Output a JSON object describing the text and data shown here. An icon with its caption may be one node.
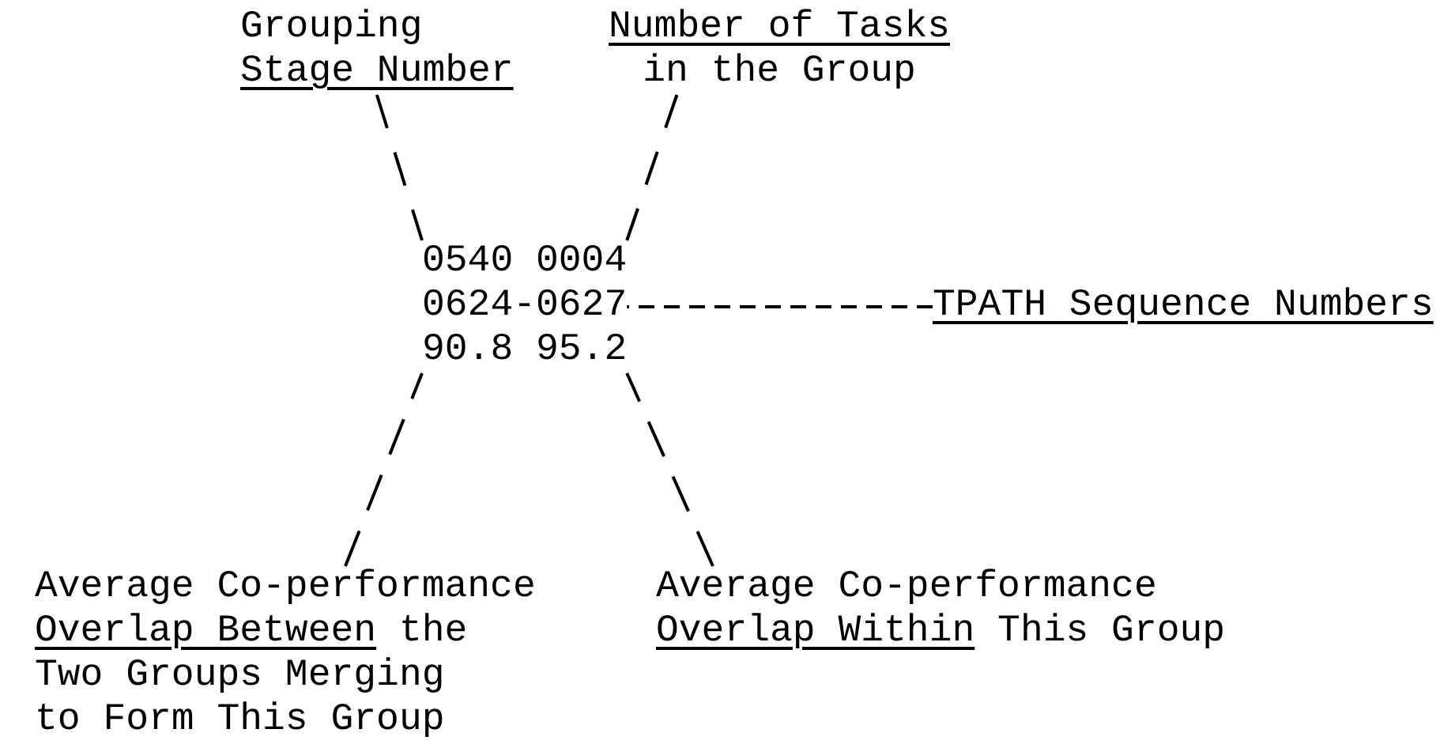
{
  "diagram": {
    "nodes": [
      {
        "text": [
          "Grouping",
          "Stage Number"
        ]
      },
      {
        "text": [
          "Number of Tasks",
          "in the Group"
        ]
      },
      {
        "text": [
          "0540"
        ]
      },
      {
        "text": [
          "0004"
        ]
      },
      {
        "text": [
          "0624-0627"
        ]
      },
      {
        "text": [
          "TPATH Sequence Numbers"
        ]
      },
      {
        "text": [
          "90.8"
        ]
      },
      {
        "text": [
          "95.2"
        ]
      },
      {
        "text": [
          "Average Co-performance",
          "Overlap Between",
          "the Two Groups Merging to Form This Group"
        ]
      },
      {
        "text": [
          "Average Co-performance",
          "Overlap Within",
          "This Group"
        ]
      }
    ],
    "edges": [
      {
        "from": 0,
        "to": 2,
        "arrow": "none",
        "style": "dashed"
      },
      {
        "from": 1,
        "to": 3,
        "arrow": "none",
        "style": "dashed"
      },
      {
        "from": 5,
        "to": 4,
        "arrow": "none",
        "style": "dashed"
      },
      {
        "from": 8,
        "to": 6,
        "arrow": "none",
        "style": "dashed"
      },
      {
        "from": 9,
        "to": 7,
        "arrow": "none",
        "style": "dashed"
      }
    ]
  }
}
